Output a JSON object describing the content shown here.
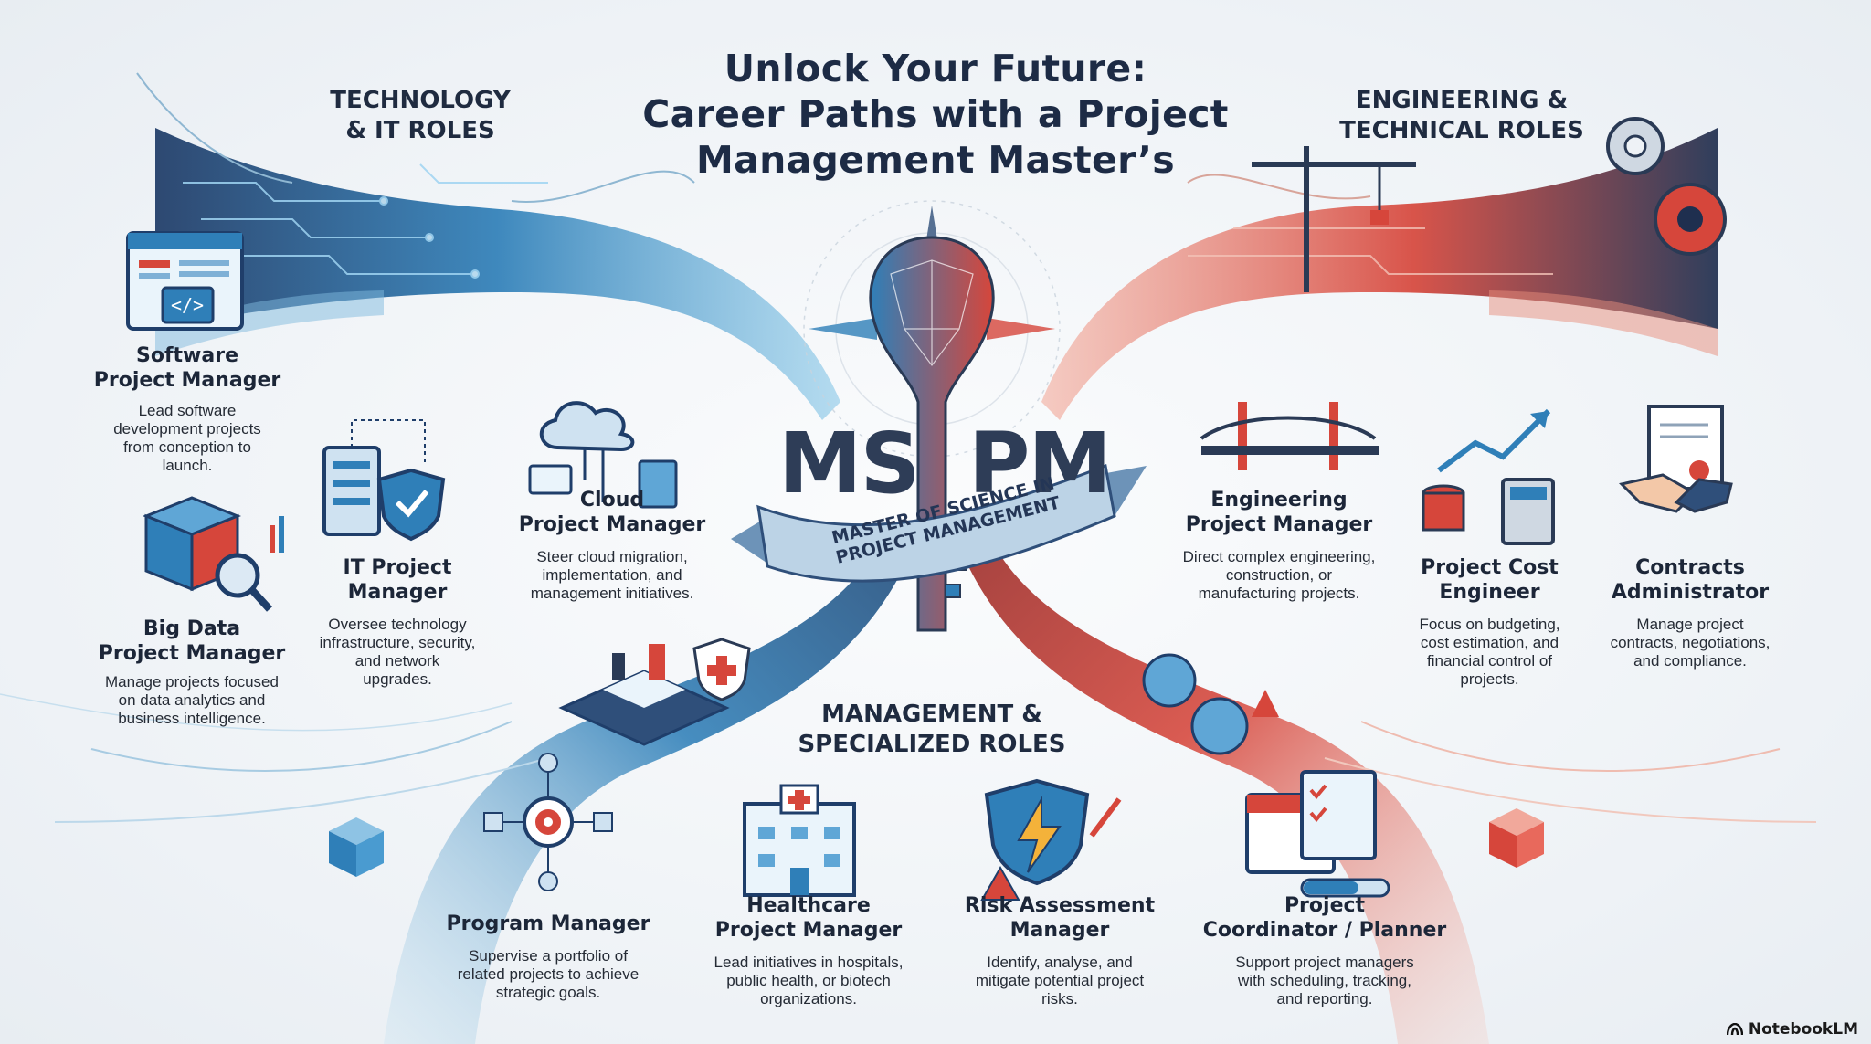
{
  "title": {
    "line1": "Unlock Your Future:",
    "line2": "Career Paths with a Project",
    "line3": "Management Master’s"
  },
  "center": {
    "acronym_left": "MS",
    "acronym_right": "PM",
    "ribbon_line1": "MASTER OF SCIENCE IN",
    "ribbon_line2": "PROJECT MANAGEMENT"
  },
  "sections": {
    "technology": {
      "line1": "TECHNOLOGY",
      "line2": "& IT ROLES"
    },
    "engineering": {
      "line1": "ENGINEERING &",
      "line2": "TECHNICAL ROLES"
    },
    "management": {
      "line1": "MANAGEMENT &",
      "line2": "SPECIALIZED ROLES"
    }
  },
  "roles": {
    "software_pm": {
      "title1": "Software",
      "title2": "Project Manager",
      "desc": [
        "Lead software",
        "development projects",
        "from conception to",
        "launch."
      ]
    },
    "big_data_pm": {
      "title1": "Big Data",
      "title2": "Project Manager",
      "desc": [
        "Manage projects focused",
        "on data analytics and",
        "business intelligence."
      ]
    },
    "it_pm": {
      "title1": "IT Project",
      "title2": "Manager",
      "desc": [
        "Oversee technology",
        "infrastructure, security,",
        "and network",
        "upgrades."
      ]
    },
    "cloud_pm": {
      "title1": "Cloud",
      "title2": "Project Manager",
      "desc": [
        "Steer cloud migration,",
        "implementation, and",
        "management initiatives."
      ]
    },
    "engineering_pm": {
      "title1": "Engineering",
      "title2": "Project Manager",
      "desc": [
        "Direct complex engineering,",
        "construction, or",
        "manufacturing projects."
      ]
    },
    "cost_engineer": {
      "title1": "Project Cost",
      "title2": "Engineer",
      "desc": [
        "Focus on budgeting,",
        "cost estimation, and",
        "financial control of",
        "projects."
      ]
    },
    "contracts_admin": {
      "title1": "Contracts",
      "title2": "Administrator",
      "desc": [
        "Manage project",
        "contracts, negotiations,",
        "and compliance."
      ]
    },
    "program_manager": {
      "title1": "Program Manager",
      "desc": [
        "Supervise a portfolio of",
        "related projects to achieve",
        "strategic goals."
      ]
    },
    "healthcare_pm": {
      "title1": "Healthcare",
      "title2": "Project Manager",
      "desc": [
        "Lead initiatives in hospitals,",
        "public health, or biotech",
        "organizations."
      ]
    },
    "risk_manager": {
      "title1": "Risk Assessment",
      "title2": "Manager",
      "desc": [
        "Identify, analyse, and",
        "mitigate potential project",
        "risks."
      ]
    },
    "coordinator": {
      "title1": "Project",
      "title2": "Coordinator / Planner",
      "desc": [
        "Support project managers",
        "with scheduling, tracking,",
        "and reporting."
      ]
    }
  },
  "brand": "NotebookLM",
  "colors": {
    "blue": "#2f7fb8",
    "red": "#d6463b",
    "navy": "#1d2b45"
  }
}
